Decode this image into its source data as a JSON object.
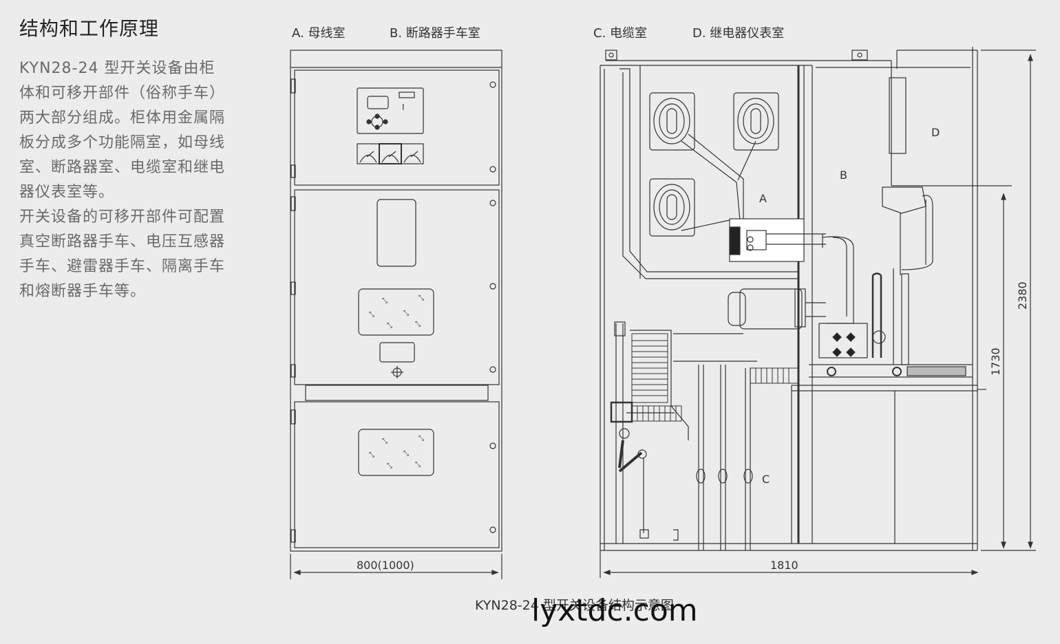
{
  "section_title": "结构和工作原理",
  "paragraphs": [
    "KYN28-24 型开关设备由柜体和可移开部件（俗称手车）两大部分组成。柜体用金属隔板分成多个功能隔室，如母线室、断路器室、电缆室和继电器仪表室等。",
    "开关设备的可移开部件可配置真空断路器手车、电压互感器手车、避雷器手车、隔离手车和熔断器手车等。"
  ],
  "para_lines": [
    "KYN28-24 型开关设备由柜",
    "体和可移开部件（俗称手车）",
    "两大部分组成。柜体用金属隔",
    "板分成多个功能隔室，如母线",
    "室、断路器室、电缆室和继电",
    "器仪表室等。",
    "开关设备的可移开部件可配置",
    "真空断路器手车、电压互感器",
    "手车、避雷器手车、隔离手车",
    "和熔断器手车等。"
  ],
  "compartment_labels": {
    "a": "A. 母线室",
    "b": "B. 断路器手车室",
    "c": "C. 电缆室",
    "d": "D. 继电器仪表室"
  },
  "diagram_letters": {
    "a": "A",
    "b": "B",
    "c": "C",
    "d": "D"
  },
  "dimensions": {
    "front_width": "800(1000)",
    "side_depth": "1810",
    "total_height": "2380",
    "partial_height": "1730"
  },
  "caption": "KYN28-24 型开关设备结构示意图",
  "watermark": "lyxtdc.com",
  "colors": {
    "line": "#333333",
    "text_body": "#6a6a6a",
    "background": "#ececec"
  }
}
